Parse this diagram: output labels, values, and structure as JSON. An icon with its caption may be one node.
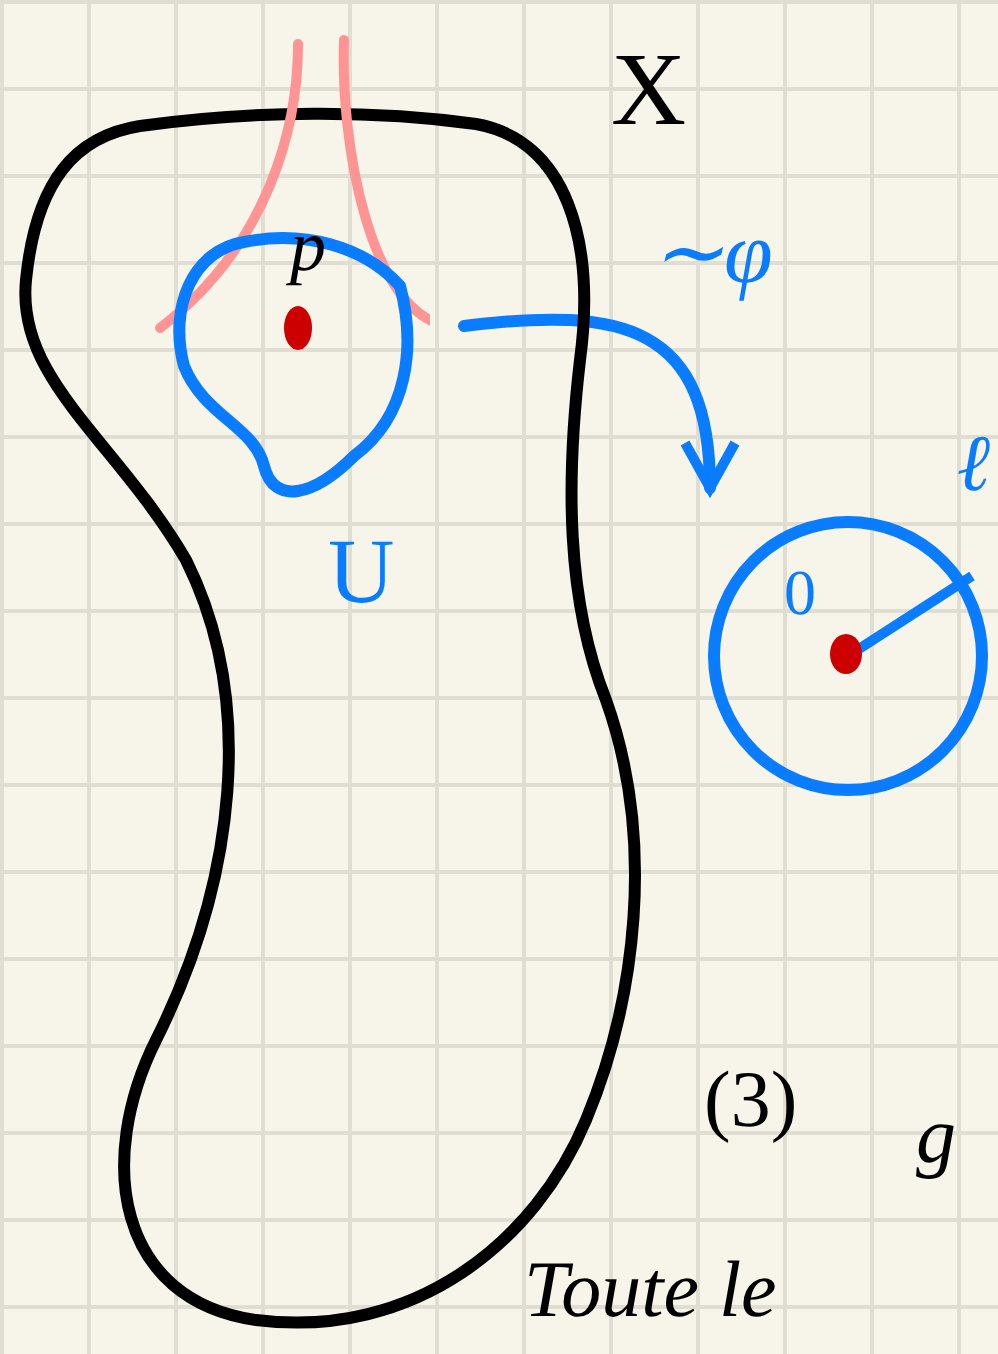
{
  "diagram": {
    "nodes": [
      {
        "text": [
          "X"
        ]
      },
      {
        "text": [
          "U"
        ],
        "in": 0
      },
      {
        "text": [
          "p"
        ],
        "in": 1
      },
      {
        "text": [
          "ℓ"
        ]
      },
      {
        "text": [
          "0"
        ],
        "in": 3
      }
    ],
    "edges": [
      {
        "from": 1,
        "to": 3,
        "arrow": "to",
        "label": "∼φ"
      }
    ],
    "labels": [
      "(3)",
      "g",
      "Toute le"
    ]
  }
}
